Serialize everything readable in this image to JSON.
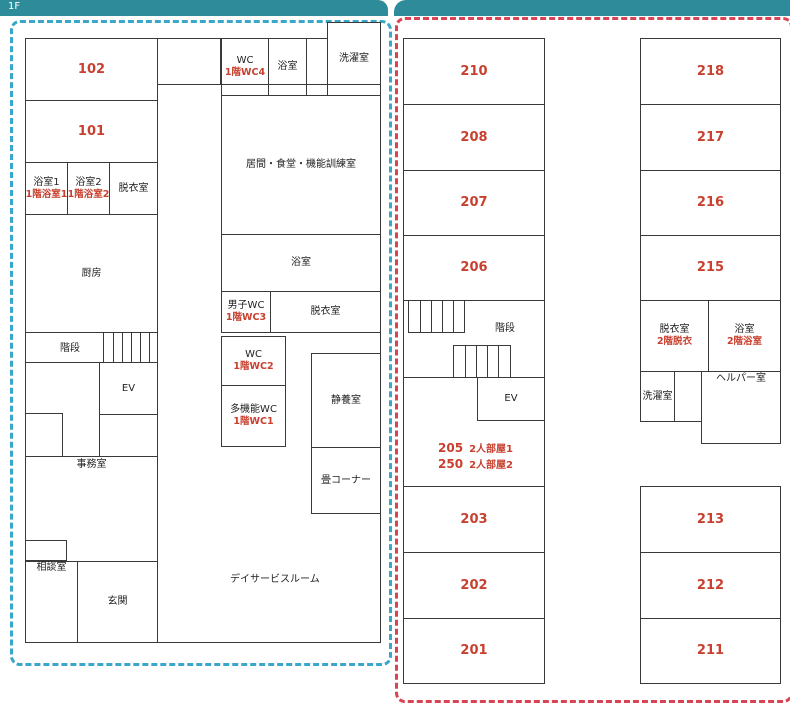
{
  "floor_tab": "1F",
  "floor1": {
    "r102": "102",
    "r101": "101",
    "bath1": "浴室1",
    "bath1_sub": "1階浴室1",
    "bath2": "浴室2",
    "bath2_sub": "1階浴室2",
    "dressing1": "脱衣室",
    "kitchen": "厨房",
    "stairs": "階段",
    "ev": "EV",
    "office": "事務室",
    "consult": "相談室",
    "entrance": "玄関",
    "wc4": "WC",
    "wc4_sub": "1階WC4",
    "bath_small": "浴室",
    "laundry": "洗濯室",
    "living": "居間・食堂・機能訓練室",
    "bath_big": "浴室",
    "men_wc": "男子WC",
    "men_wc_sub": "1階WC3",
    "dressing2": "脱衣室",
    "wc2": "WC",
    "wc2_sub": "1階WC2",
    "multi_wc": "多機能WC",
    "multi_wc_sub": "1階WC1",
    "rest": "静養室",
    "tatami": "畳コーナー",
    "dayservice": "デイサービスルーム"
  },
  "floor2": {
    "r210": "210",
    "r208": "208",
    "r207": "207",
    "r206": "206",
    "stairs": "階段",
    "ev": "EV",
    "r205": "205",
    "r205_sub": "2人部屋1",
    "r250": "250",
    "r250_sub": "2人部屋2",
    "r203": "203",
    "r202": "202",
    "r201": "201",
    "r218": "218",
    "r217": "217",
    "r216": "216",
    "r215": "215",
    "dressing": "脱衣室",
    "dressing_sub": "2階脱衣",
    "bath": "浴室",
    "bath_sub": "2階浴室",
    "laundry": "洗濯室",
    "helper": "ヘルパー室",
    "r213": "213",
    "r212": "212",
    "r211": "211"
  }
}
